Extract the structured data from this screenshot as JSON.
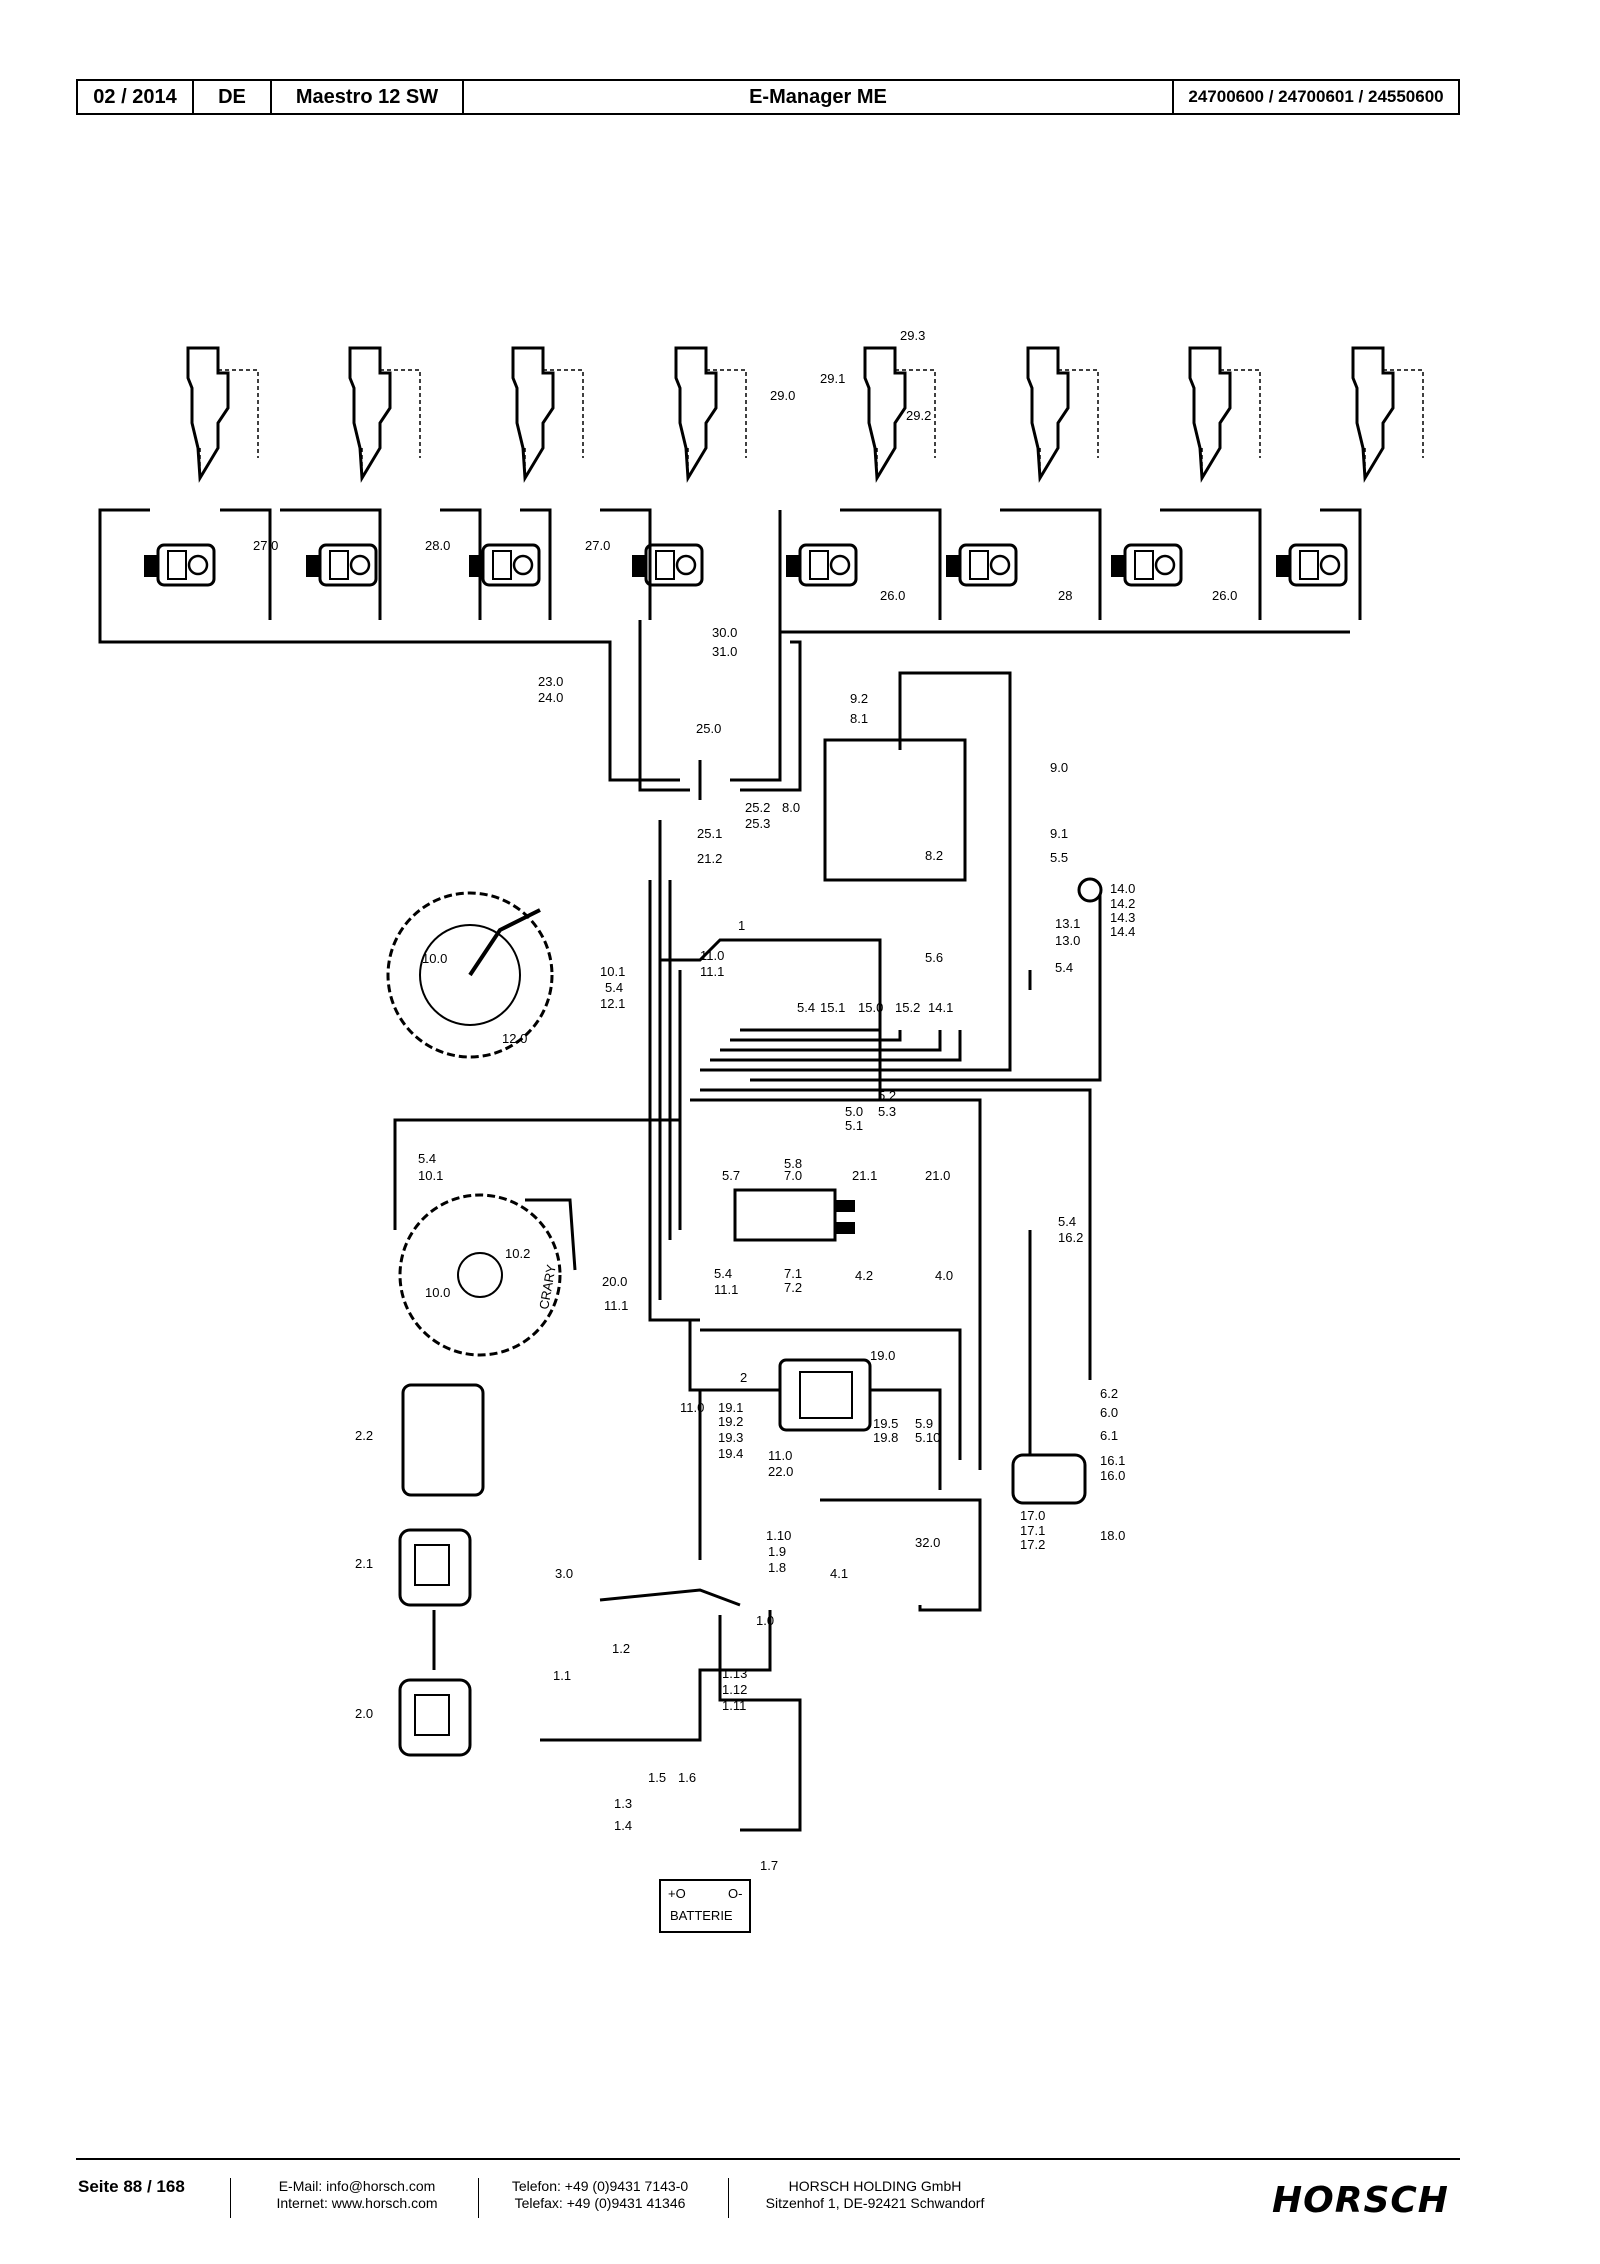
{
  "header": {
    "date": "02 / 2014",
    "lang": "DE",
    "model": "Maestro 12 SW",
    "title": "E-Manager ME",
    "part_numbers": "24700600 / 24700601 / 24550600"
  },
  "diagram": {
    "labels": {
      "l27a": "27.0",
      "l28a": "28.0",
      "l27b": "27.0",
      "l260a": "26.0",
      "l28b": "28",
      "l260b": "26.0",
      "l293": "29.3",
      "l291": "29.1",
      "l290": "29.0",
      "l292": "29.2",
      "l300": "30.0",
      "l310": "31.0",
      "l230": "23.0",
      "l240": "24.0",
      "l92": "9.2",
      "l81": "8.1",
      "l90": "9.0",
      "l250": "25.0",
      "l252": "25.2",
      "l253": "25.3",
      "l80": "8.0",
      "l251": "25.1",
      "l212": "21.2",
      "l91": "9.1",
      "l55": "5.5",
      "l82": "8.2",
      "l140": "14.0",
      "l142": "14.2",
      "l143": "14.3",
      "l144": "14.4",
      "l131": "13.1",
      "l130": "13.0",
      "l54a": "5.4",
      "l110a": "11.0",
      "l111a": "11.1",
      "l101a": "10.1",
      "l54b": "5.4",
      "l121": "12.1",
      "l100a": "10.0",
      "l120": "12.0",
      "l56": "5.6",
      "b1": "1",
      "l54c": "5.4",
      "l151": "15.1",
      "l150": "15.0",
      "l152": "15.2",
      "l141": "14.1",
      "l52": "5.2",
      "l50": "5.0",
      "l53": "5.3",
      "l51": "5.1",
      "l58": "5.8",
      "l54d": "5.4",
      "l101b": "10.1",
      "l57": "5.7",
      "l70": "7.0",
      "l211": "21.1",
      "l210": "21.0",
      "l54e": "5.4",
      "l162": "16.2",
      "l102": "10.2",
      "l100b": "10.0",
      "crary": "CRARY",
      "l200": "20.0",
      "l111b": "11.1",
      "l54f": "5.4",
      "l111c": "11.1",
      "l71": "7.1",
      "l72": "7.2",
      "l42": "4.2",
      "l40": "4.0",
      "l190": "19.0",
      "l110b": "11.0",
      "b2": "2",
      "l191": "19.1",
      "l192": "19.2",
      "l193": "19.3",
      "l194": "19.4",
      "l195": "19.5",
      "l198": "19.8",
      "l59": "5.9",
      "l510": "5.10",
      "l110c": "11.0",
      "l220": "22.0",
      "l62": "6.2",
      "l60": "6.0",
      "l61": "6.1",
      "l161": "16.1",
      "l160": "16.0",
      "l170": "17.0",
      "l171": "17.1",
      "l172": "17.2",
      "l180": "18.0",
      "l22": "2.2",
      "l320": "32.0",
      "l21": "2.1",
      "l30": "3.0",
      "l110d": "1.10",
      "l19": "1.9",
      "l18": "1.8",
      "l41": "4.1",
      "l10": "1.0",
      "l12": "1.2",
      "l11": "1.1",
      "l113": "1.13",
      "l112": "1.12",
      "l1111": "1.11",
      "l20": "2.0",
      "l15": "1.5",
      "l16": "1.6",
      "l13": "1.3",
      "l14": "1.4",
      "l17": "1.7",
      "plus": "+O",
      "minus": "O-",
      "battery": "BATTERIE"
    }
  },
  "footer": {
    "page": "Seite 88 / 168",
    "email": "E-Mail: info@horsch.com",
    "internet": "Internet: www.horsch.com",
    "phone": "Telefon: +49 (0)9431 7143-0",
    "fax": "Telefax: +49 (0)9431 41346",
    "company": "HORSCH HOLDING GmbH",
    "address": "Sitzenhof 1, DE-92421 Schwandorf",
    "logo": "HORSCH"
  }
}
